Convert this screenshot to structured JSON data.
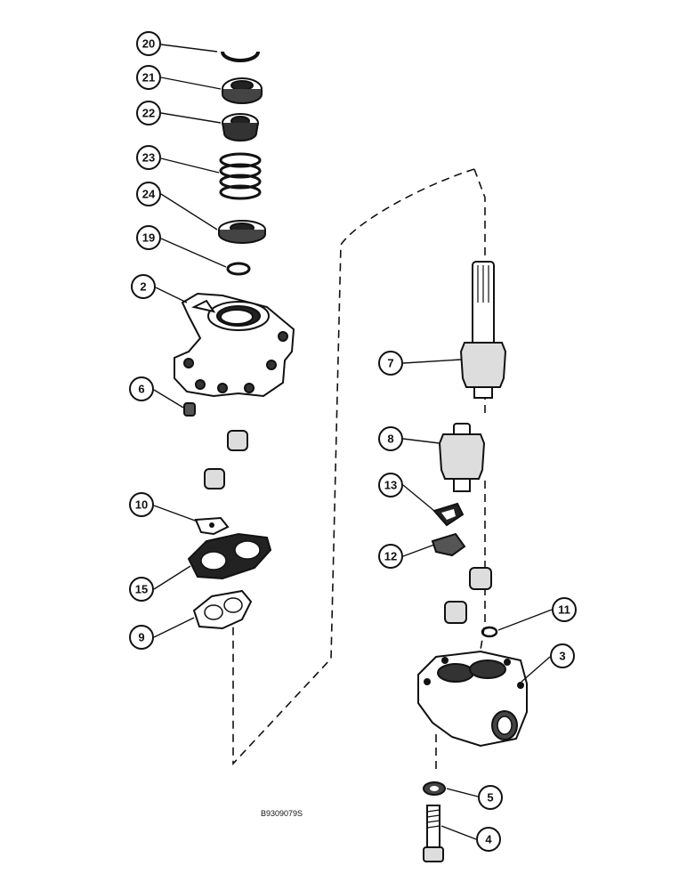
{
  "document_code": "B9309079S",
  "callouts": [
    {
      "id": "20",
      "label": "20",
      "part": "snap-ring"
    },
    {
      "id": "21",
      "label": "21",
      "part": "seal"
    },
    {
      "id": "22",
      "label": "22",
      "part": "seal-retainer"
    },
    {
      "id": "23",
      "label": "23",
      "part": "spring"
    },
    {
      "id": "24",
      "label": "24",
      "part": "spring-seat"
    },
    {
      "id": "19",
      "label": "19",
      "part": "retaining-ring"
    },
    {
      "id": "2",
      "label": "2",
      "part": "pump-cover"
    },
    {
      "id": "6",
      "label": "6",
      "part": "dowel-pin"
    },
    {
      "id": "10",
      "label": "10",
      "part": "plate"
    },
    {
      "id": "15",
      "label": "15",
      "part": "gasket"
    },
    {
      "id": "9",
      "label": "9",
      "part": "plate"
    },
    {
      "id": "7",
      "label": "7",
      "part": "drive-gear-shaft"
    },
    {
      "id": "8",
      "label": "8",
      "part": "driven-gear"
    },
    {
      "id": "13",
      "label": "13",
      "part": "key"
    },
    {
      "id": "12",
      "label": "12",
      "part": "key"
    },
    {
      "id": "11",
      "label": "11",
      "part": "o-ring"
    },
    {
      "id": "3",
      "label": "3",
      "part": "pump-body"
    },
    {
      "id": "5",
      "label": "5",
      "part": "washer"
    },
    {
      "id": "4",
      "label": "4",
      "part": "cap-screw"
    }
  ]
}
